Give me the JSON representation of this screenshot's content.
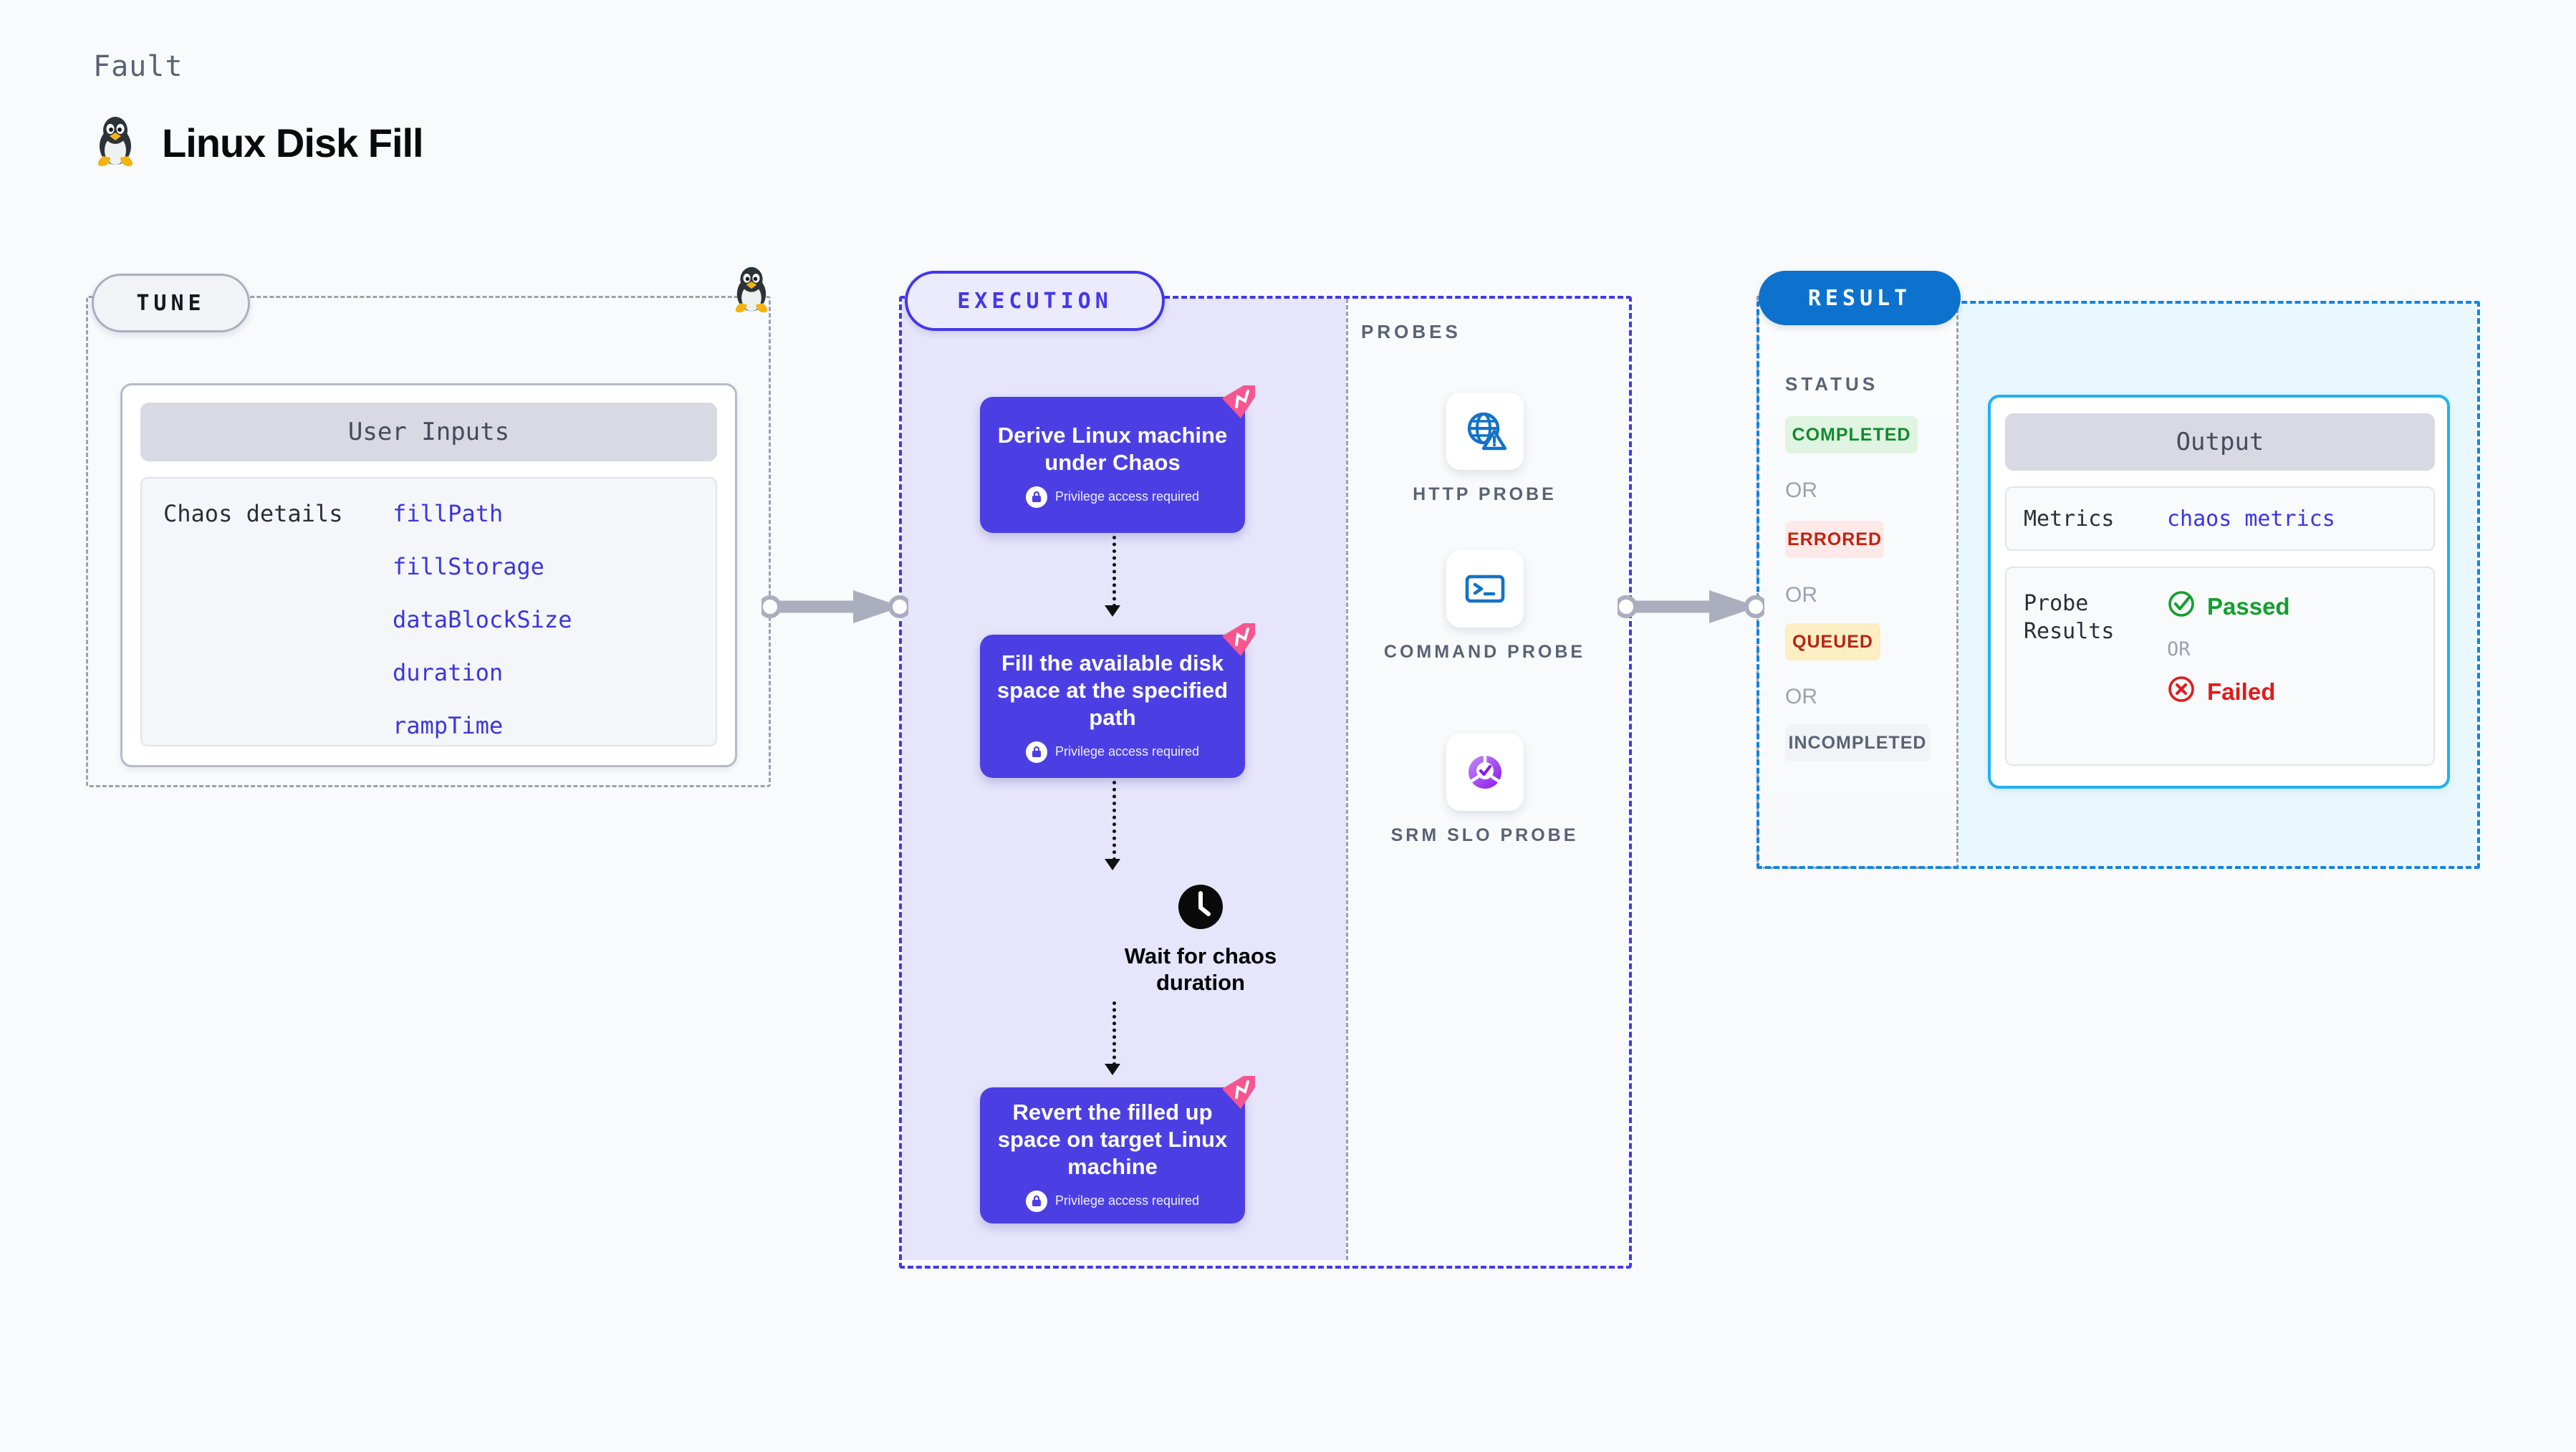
{
  "header": {
    "kicker": "Fault",
    "title": "Linux Disk Fill",
    "icon": "linux-penguin-icon"
  },
  "tune": {
    "pill_label": "TUNE",
    "card_title": "User Inputs",
    "row_label": "Chaos details",
    "inputs": [
      "fillPath",
      "fillStorage",
      "dataBlockSize",
      "duration",
      "rampTime"
    ],
    "edge_icon": "linux-penguin-icon"
  },
  "execution": {
    "pill_label": "EXECUTION",
    "steps": [
      {
        "title": "Derive Linux machine under Chaos",
        "privilege": "Privilege access required",
        "badge": "chaos-fault-ribbon"
      },
      {
        "title": "Fill the available disk space at the specified path",
        "privilege": "Privilege access required",
        "badge": "chaos-fault-ribbon"
      },
      {
        "title": "Revert the filled up space on target Linux machine",
        "privilege": "Privilege access required",
        "badge": "chaos-fault-ribbon"
      }
    ],
    "wait_node": {
      "icon": "clock-icon",
      "label": "Wait for chaos duration"
    }
  },
  "probes": {
    "section_label": "PROBES",
    "items": [
      {
        "name": "HTTP PROBE",
        "icon": "globe-warning-icon"
      },
      {
        "name": "COMMAND PROBE",
        "icon": "terminal-icon"
      },
      {
        "name": "SRM SLO PROBE",
        "icon": "slo-donut-check-icon"
      }
    ]
  },
  "result": {
    "pill_label": "RESULT",
    "status_label": "STATUS",
    "or_label": "OR",
    "statuses": [
      {
        "label": "COMPLETED",
        "color": "#128a2c",
        "bg": "#dff5e1"
      },
      {
        "label": "ERRORED",
        "color": "#c5200f",
        "bg": "#fdeae8"
      },
      {
        "label": "QUEUED",
        "color": "#b32617",
        "bg": "#fdeec3"
      },
      {
        "label": "INCOMPLETED",
        "color": "#5a6275",
        "bg": "#f2f3f7"
      }
    ],
    "output": {
      "card_title": "Output",
      "metrics_key": "Metrics",
      "metrics_value": "chaos metrics",
      "probe_results_key": "Probe Results",
      "passed_label": "Passed",
      "failed_label": "Failed",
      "or_label": "OR"
    }
  },
  "colors": {
    "accent_indigo": "#4338ea",
    "step_card": "#4b3fe4",
    "result_blue": "#0c72ce",
    "output_border": "#1fb2ef",
    "probe_blue": "#1272c8",
    "slo_purple": "#8b33ea",
    "ribbon_pink": "#f7558f",
    "pass_green": "#12a02c",
    "fail_red": "#e01b1b"
  }
}
